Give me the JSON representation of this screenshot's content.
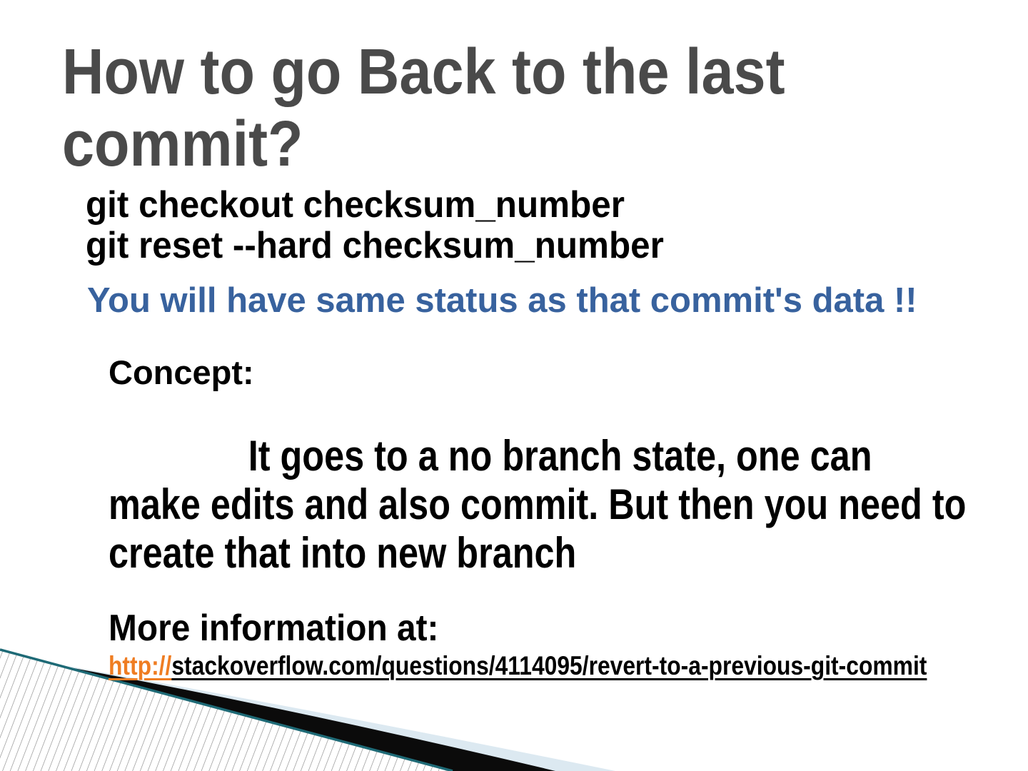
{
  "colors": {
    "title_gray": "#4a4a4a",
    "highlight_blue": "#38629e",
    "link_orange": "#ef7d22",
    "accent_teal": "#1e6a76",
    "pale_blue": "#dce9f1",
    "swoosh_black": "#0b0b0b"
  },
  "slide": {
    "title_line1": "How to go Back to the last",
    "title_line2": "commit?",
    "command_line1": "git checkout checksum_number",
    "command_line2": "git reset --hard checksum_number",
    "highlight_note": "You will have same status as that commit's data !!",
    "concept_label": "Concept:",
    "concept_line1": "It goes to a no branch state, one can",
    "concept_line2": "make edits and also commit. But then you need to",
    "concept_line3": "create that into new branch",
    "more_info_label": "More information at:",
    "link_prefix": "http://",
    "link_rest": "stackoverflow.com/questions/4114095/revert-to-a-previous-git-commit",
    "link_full": "http://stackoverflow.com/questions/4114095/revert-to-a-previous-git-commit"
  }
}
